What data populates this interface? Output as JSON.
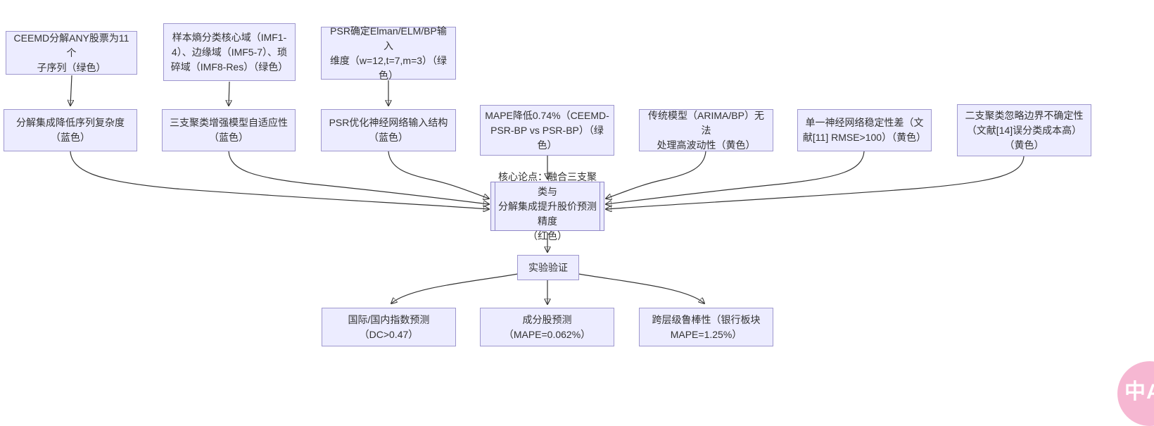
{
  "diagram": {
    "type": "flowchart",
    "theme": {
      "node_fill": "#ECECFF",
      "node_border": "#9e97ce",
      "central_node_border": "#8f87c7",
      "text_color": "#333333",
      "edge_color": "#333333",
      "background": "#ffffff"
    },
    "nodes": {
      "a": {
        "label": "CEEMD分解ANY股票为11个\n子序列（绿色）"
      },
      "b": {
        "label": "样本熵分类核心域（IMF1-\n4）、边缘域（IMF5-7）、琐\n碎域（IMF8-Res）（绿色）"
      },
      "c": {
        "label": "PSR确定Elman/ELM/BP输入\n维度（w=12,t=7,m=3）（绿\n色）"
      },
      "d": {
        "label": "分解集成降低序列复杂度\n（蓝色）"
      },
      "e": {
        "label": "三支聚类增强模型自适应性\n（蓝色）"
      },
      "f": {
        "label": "PSR优化神经网络输入结构\n（蓝色）"
      },
      "g": {
        "label": "MAPE降低0.74%（CEEMD-\nPSR-BP vs PSR-BP）（绿\n色）"
      },
      "h": {
        "label": "传统模型（ARIMA/BP）无法\n处理高波动性（黄色）"
      },
      "i": {
        "label": "单一神经网络稳定性差（文\n献[11] RMSE>100）（黄色）"
      },
      "j": {
        "label": "二支聚类忽略边界不确定性\n（文献[14]误分类成本高）\n（黄色）"
      },
      "k": {
        "label": "核心论点：融合三支聚类与\n分解集成提升股价预测精度\n（红色）"
      },
      "l": {
        "label": "实验验证"
      },
      "m": {
        "label": "国际/国内指数预测\n（DC>0.47）"
      },
      "n": {
        "label": "成分股预测\n（MAPE=0.062%）"
      },
      "o": {
        "label": "跨层级鲁棒性（银行板块\nMAPE=1.25%）"
      }
    },
    "edges": [
      {
        "from": "a",
        "to": "d"
      },
      {
        "from": "b",
        "to": "e"
      },
      {
        "from": "c",
        "to": "f"
      },
      {
        "from": "d",
        "to": "k"
      },
      {
        "from": "e",
        "to": "k"
      },
      {
        "from": "f",
        "to": "k"
      },
      {
        "from": "g",
        "to": "k"
      },
      {
        "from": "h",
        "to": "k"
      },
      {
        "from": "i",
        "to": "k"
      },
      {
        "from": "j",
        "to": "k"
      },
      {
        "from": "k",
        "to": "l"
      },
      {
        "from": "l",
        "to": "m"
      },
      {
        "from": "l",
        "to": "n"
      },
      {
        "from": "l",
        "to": "o"
      }
    ]
  },
  "translate_button": {
    "label": "中A",
    "color": "#f6b7d2"
  }
}
